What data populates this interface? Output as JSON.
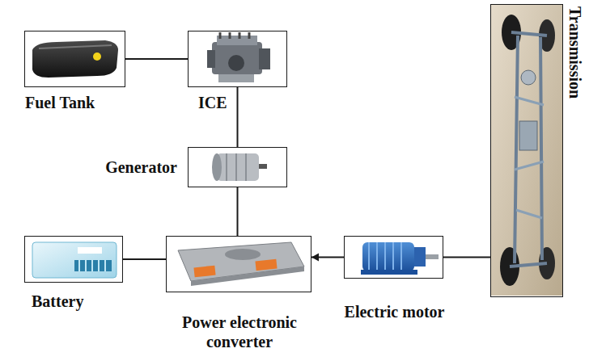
{
  "diagram": {
    "nodes": [
      {
        "text": [
          "Fuel Tank"
        ]
      },
      {
        "text": [
          "ICE"
        ]
      },
      {
        "text": [
          "Generator"
        ]
      },
      {
        "text": [
          "Battery"
        ]
      },
      {
        "text": [
          "Power electronic converter"
        ]
      },
      {
        "text": [
          "Electric motor"
        ]
      },
      {
        "text": [
          "Transmission"
        ]
      }
    ],
    "edges": [
      {
        "from": 0,
        "to": 1,
        "arrow": "none"
      },
      {
        "from": 1,
        "to": 2,
        "arrow": "none"
      },
      {
        "from": 2,
        "to": 4,
        "arrow": "none"
      },
      {
        "from": 3,
        "to": 4,
        "arrow": "none"
      },
      {
        "from": 5,
        "to": 4,
        "arrow": "to"
      },
      {
        "from": 5,
        "to": 6,
        "arrow": "none"
      }
    ]
  }
}
